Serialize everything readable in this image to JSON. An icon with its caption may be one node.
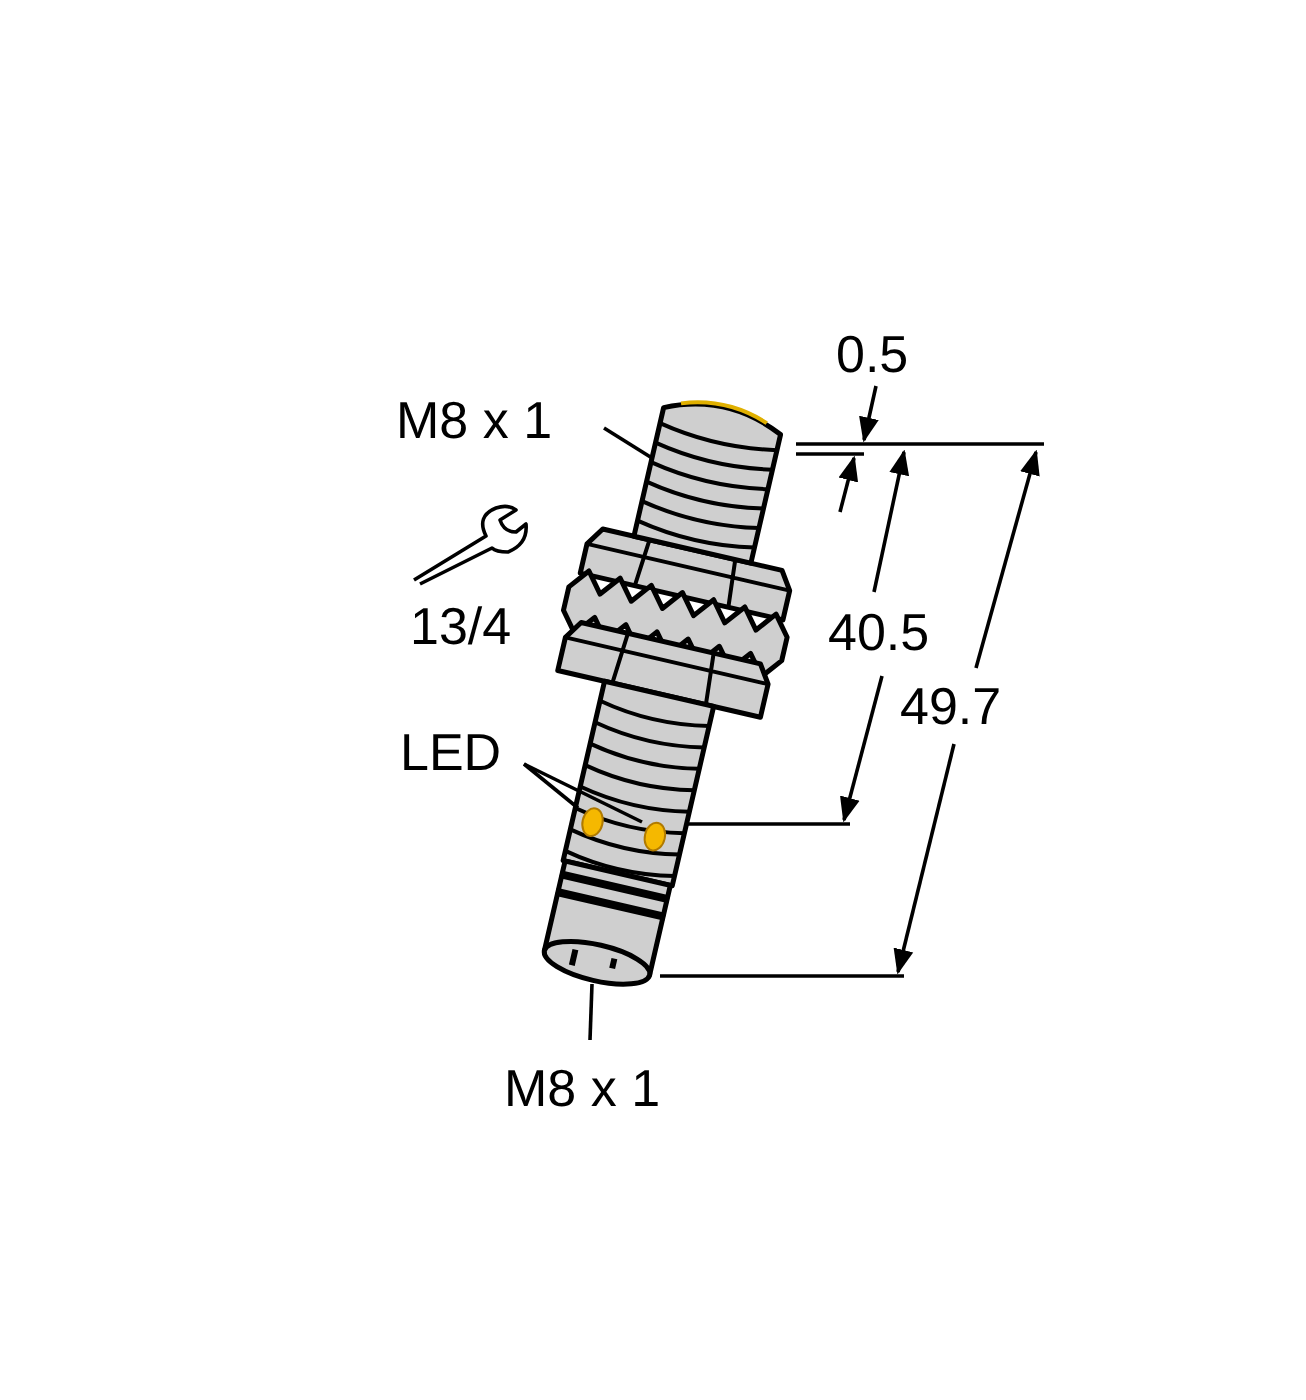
{
  "diagram": {
    "nodes": [
      {
        "text": [
          "M8 x 1"
        ]
      },
      {
        "text": [],
        "shape": "picture"
      },
      {
        "text": [
          "LED"
        ]
      },
      {
        "text": [],
        "shape": "circle"
      },
      {
        "text": [],
        "shape": "circle"
      },
      {
        "text": [],
        "shape": "picture"
      },
      {
        "text": [
          "M8 x 1"
        ]
      }
    ],
    "edges": [
      {
        "from": 0,
        "to": 1,
        "arrow": "none"
      },
      {
        "from": 2,
        "to": 3,
        "arrow": "none"
      },
      {
        "from": 2,
        "to": 4,
        "arrow": "none"
      },
      {
        "from": 6,
        "to": 5,
        "arrow": "none"
      }
    ],
    "labels": [
      "0.5",
      "13/4",
      "40.5",
      "49.7"
    ]
  }
}
